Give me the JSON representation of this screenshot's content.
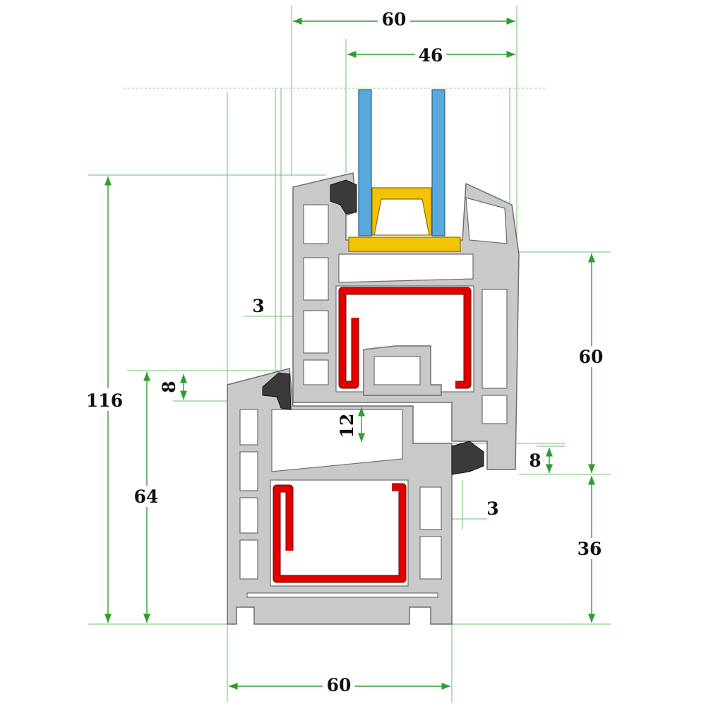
{
  "dimensions": {
    "top_overall_width": "60",
    "glazing_width": "46",
    "total_height": "116",
    "sash_wall_thickness": "3",
    "sash_overlap": "8",
    "gap_height": "12",
    "frame_height": "64",
    "sash_height_right": "60",
    "frame_overlap": "8",
    "frame_wall_thickness": "3",
    "frame_height_right": "36",
    "bottom_frame_width": "60"
  },
  "colors": {
    "dimension_lines": "#2e9e2e",
    "profile": "#c9c9c9",
    "reinforcement": "#e00000",
    "glass": "#5aa8dc",
    "spacer": "#f5c400",
    "gasket": "#3a3a3a"
  }
}
